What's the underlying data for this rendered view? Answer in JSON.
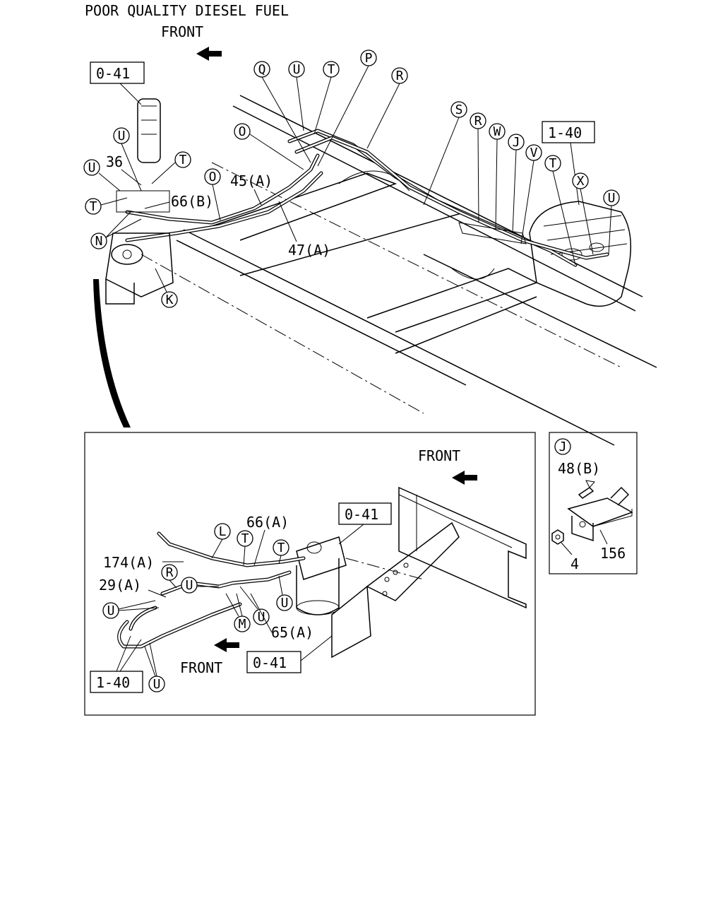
{
  "title": "POOR QUALITY DIESEL FUEL",
  "front": "FRONT",
  "refs": {
    "r041": "0-41",
    "r140": "1-40"
  },
  "callouts": {
    "O": "O",
    "P": "P",
    "Q": "Q",
    "R": "R",
    "S": "S",
    "T": "T",
    "U": "U",
    "V": "V",
    "W": "W",
    "J": "J",
    "X": "X",
    "N": "N",
    "K": "K",
    "L": "L",
    "M": "M"
  },
  "parts": {
    "p36": "36",
    "p45A": "45(A)",
    "p47A": "47(A)",
    "p66B": "66(B)",
    "p66A": "66(A)",
    "p174A": "174(A)",
    "p29A": "29(A)",
    "p65A": "65(A)",
    "p48B": "48(B)",
    "p4": "4",
    "p156": "156"
  }
}
